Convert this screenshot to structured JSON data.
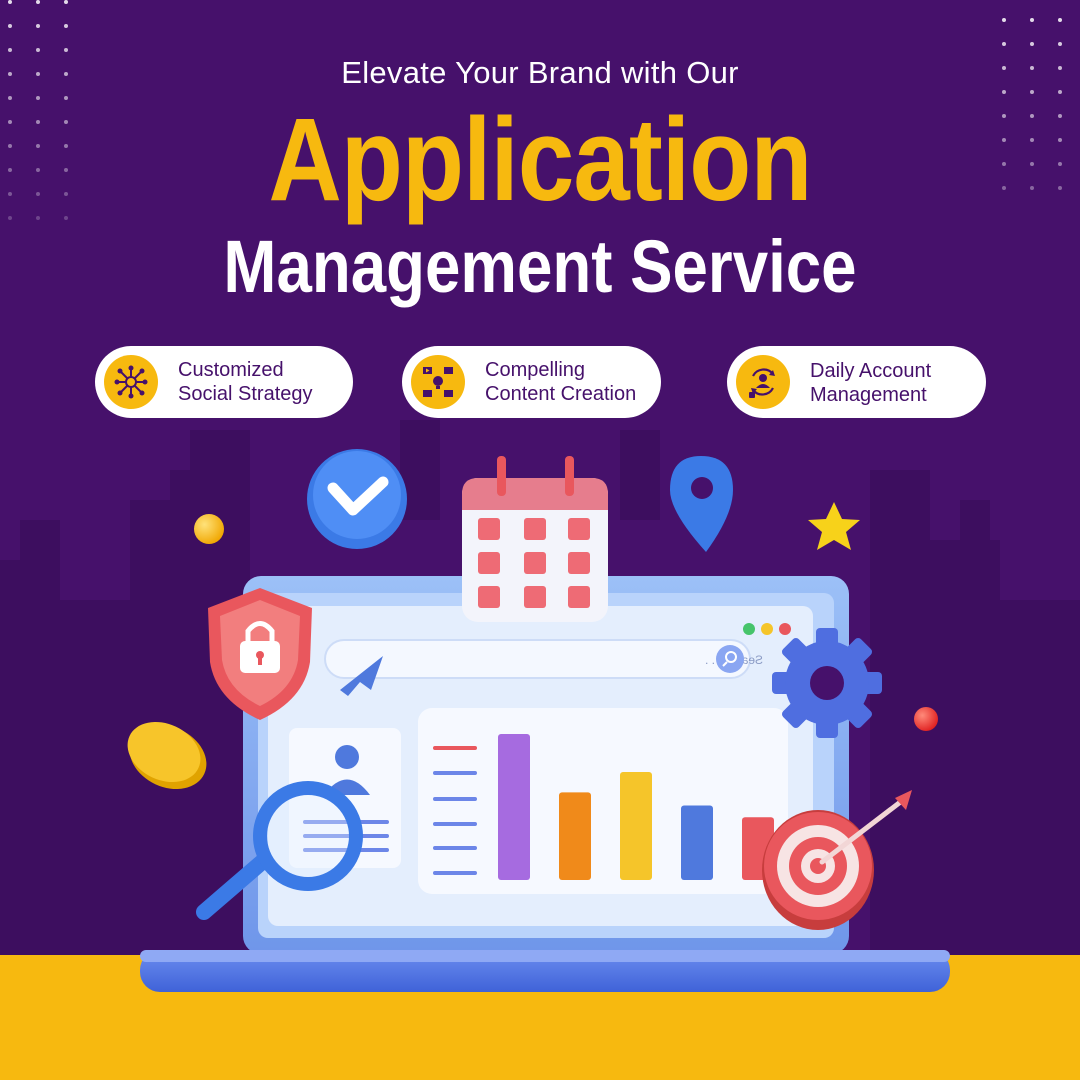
{
  "header": {
    "tagline": "Elevate Your Brand with Our",
    "headline": "Application",
    "subheadline": "Management Service"
  },
  "features": [
    {
      "line1": "Customized",
      "line2": "Social Strategy",
      "icon": "social-network-icon"
    },
    {
      "line1": "Compelling",
      "line2": "Content Creation",
      "icon": "content-creation-icon"
    },
    {
      "line1": "Daily Account",
      "line2": "Management",
      "icon": "account-management-icon"
    }
  ],
  "illustration": {
    "search_placeholder": "Search . . .",
    "chart_bars": [
      {
        "value": 1.0,
        "color": "#a66be0"
      },
      {
        "value": 0.6,
        "color": "#f08a1a"
      },
      {
        "value": 0.74,
        "color": "#f5c52a"
      },
      {
        "value": 0.51,
        "color": "#4f79dd"
      },
      {
        "value": 0.43,
        "color": "#e9575d"
      }
    ]
  },
  "colors": {
    "background": "#46116b",
    "accent": "#f7b90f",
    "text": "#ffffff"
  }
}
